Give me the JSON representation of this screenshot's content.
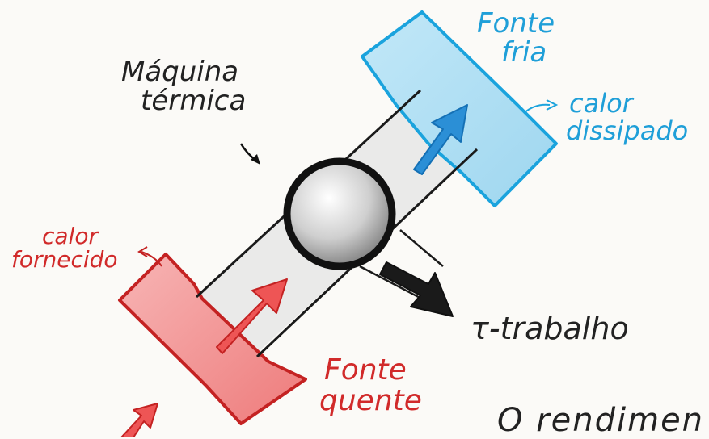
{
  "labels": {
    "machine_line1": "Máquina",
    "machine_line2": "térmica",
    "cold_line1": "Fonte",
    "cold_line2": "fria",
    "dissipated_line1": "calor",
    "dissipated_line2": "dissipado",
    "supplied_line1": "calor",
    "supplied_line2": "fornecido",
    "work": "τ-trabalho",
    "hot_line1": "Fonte",
    "hot_line2": "quente",
    "footer": "O rendimen"
  },
  "colors": {
    "hot": "#d12a2a",
    "hot_fill": "#f28c8c",
    "cold": "#1f9fd8",
    "cold_fill": "#a9dcf3",
    "engine": "#111111",
    "pipe_fill": "#e4e4e4"
  }
}
